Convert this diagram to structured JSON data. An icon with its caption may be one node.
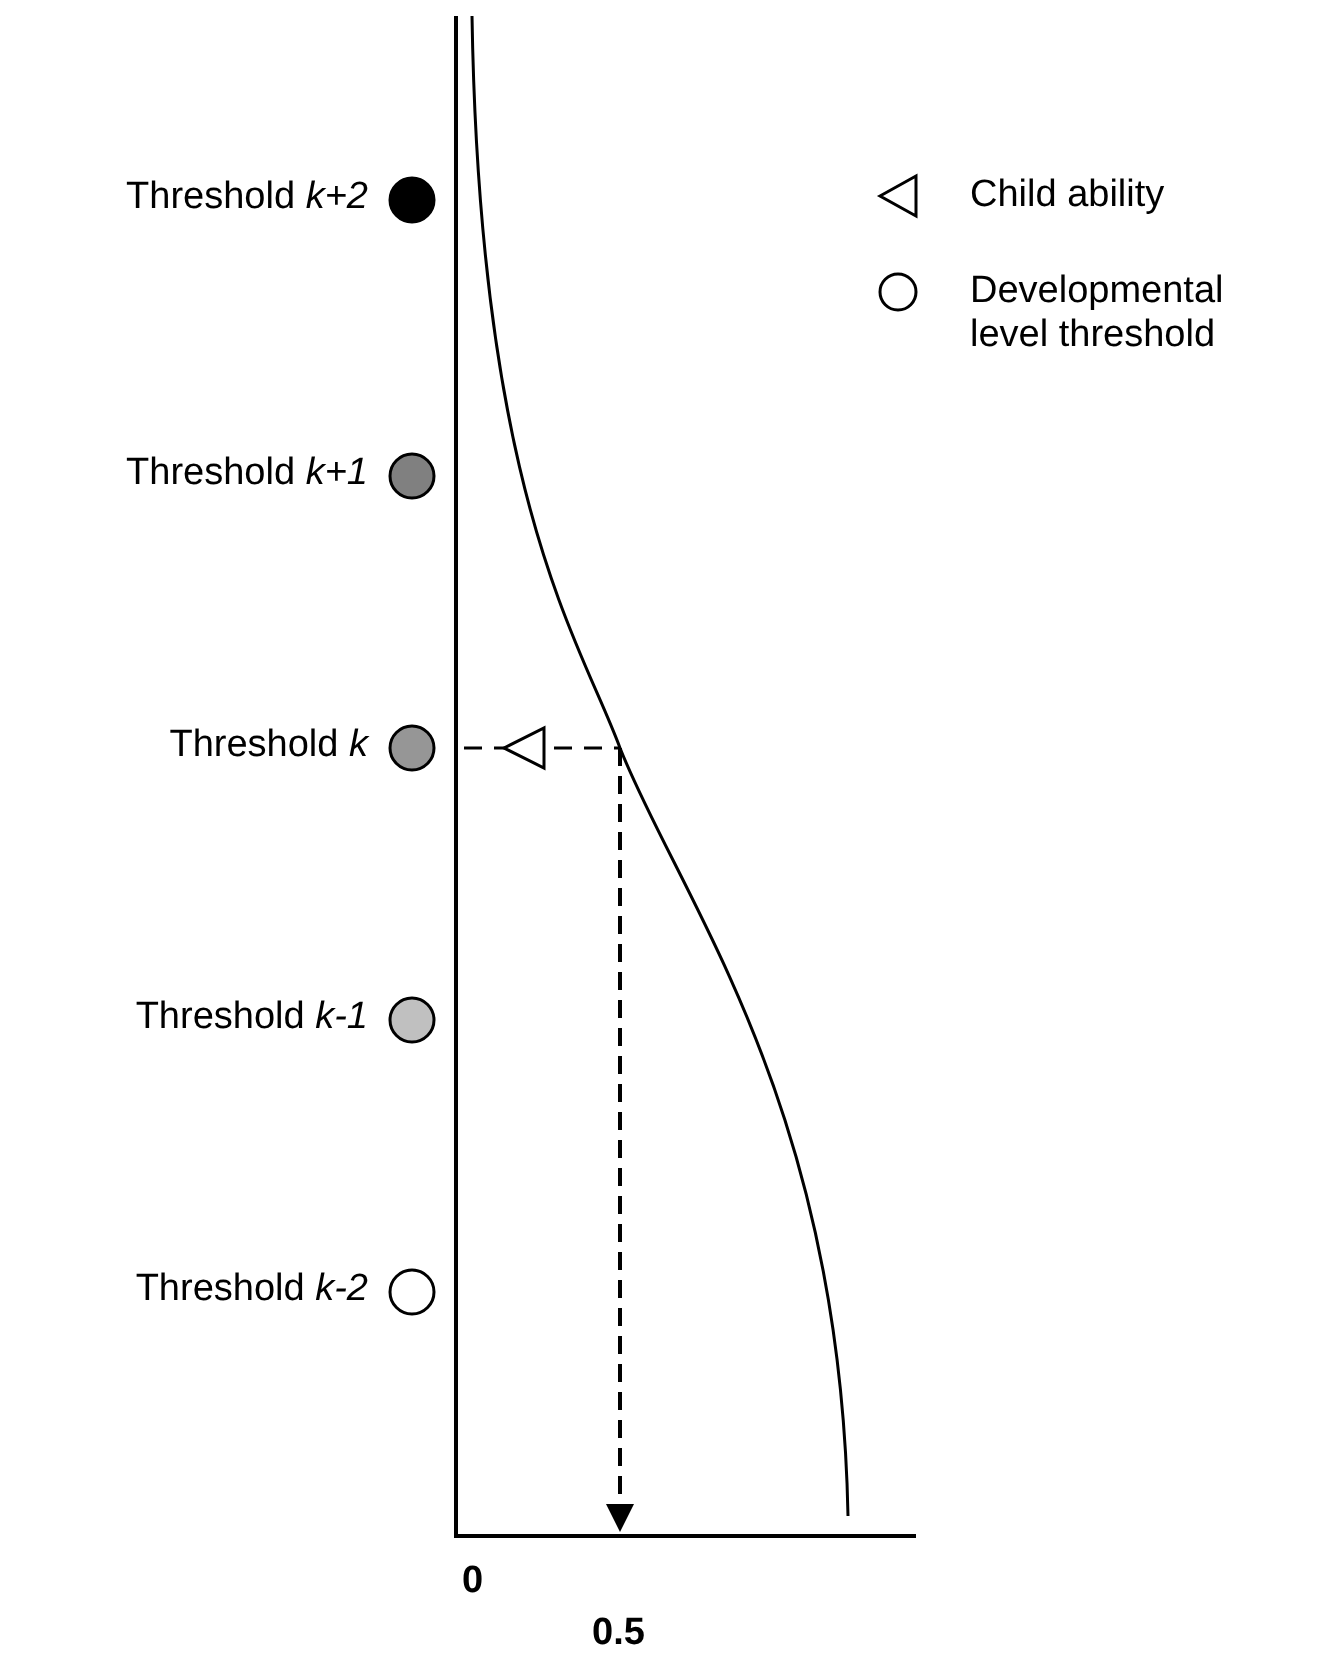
{
  "diagram": {
    "labels": [
      "Threshold *k+2*",
      "Threshold *k+1*",
      "Threshold *k*",
      "Threshold *k-1*",
      "Threshold *k-2*",
      "0",
      "0.5"
    ],
    "legend": [
      {
        "text": "Child ability"
      },
      {
        "text": "Developmental level threshold"
      }
    ]
  }
}
